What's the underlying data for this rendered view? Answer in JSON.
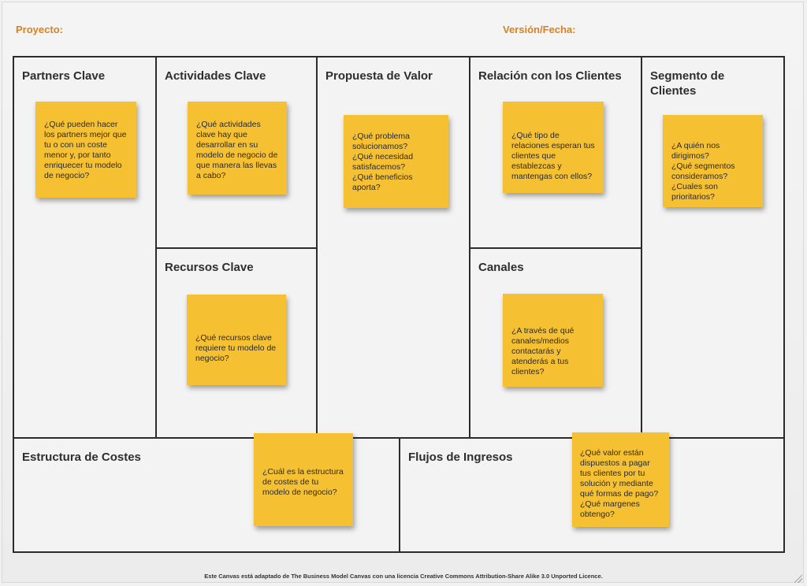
{
  "header": {
    "project_label": "Proyecto:",
    "version_label": "Versión/Fecha:"
  },
  "blocks": {
    "partners": {
      "title": "Partners Clave",
      "note": "¿Qué pueden hacer los partners mejor que tu o con un coste menor y, por tanto enriquecer tu modelo de negocio?"
    },
    "activities": {
      "title": "Actividades Clave",
      "note": "¿Qué actividades clave hay que desarrollar en su modelo de negocio de que manera las llevas a cabo?"
    },
    "resources": {
      "title": "Recursos Clave",
      "note": "¿Qué recursos clave requiere tu modelo de negocio?"
    },
    "value": {
      "title": "Propuesta de Valor",
      "note": "¿Qué problema solucionamos?\n¿Qué necesidad satisfacemos?\n¿Qué beneficios aporta?"
    },
    "relationships": {
      "title": "Relación con los Clientes",
      "note": "¿Qué tipo de relaciones esperan tus clientes que establezcas y mantengas con ellos?"
    },
    "channels": {
      "title": "Canales",
      "note": "¿A través de qué canales/medios contactarás y atenderás a tus clientes?"
    },
    "segments": {
      "title": "Segmento de\nClientes",
      "note": "¿A quién nos dirigimos?\n¿Qué segmentos consideramos?\n¿Cuales son prioritarios?"
    },
    "costs": {
      "title": "Estructura de Costes",
      "note": "¿Cuál es la estructura de costes de tu modelo de negocio?"
    },
    "revenue": {
      "title": "Flujos de Ingresos",
      "note": "¿Qué valor están dispuestos a pagar tus clientes por tu solución y mediante qué formas de pago?\n¿Qué margenes obtengo?"
    }
  },
  "footer": "Este Canvas está adaptado de The Business Model Canvas con una licencia Creative Commons Attribution-Share Alike 3.0 Unported Licence.",
  "colors": {
    "accent": "#d9821e",
    "note": "#f5c032",
    "border": "#2b2b2b"
  }
}
